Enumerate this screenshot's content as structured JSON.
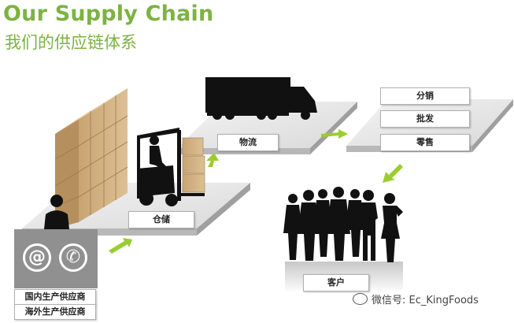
{
  "header": {
    "title": "Our Supply Chain",
    "subtitle": "我们的供应链体系"
  },
  "nodes": {
    "warehouse": "仓储",
    "logistics": "物流",
    "channels": [
      "分销",
      "批发",
      "零售"
    ],
    "customers": "客户"
  },
  "suppliers": [
    "国内生产供应商",
    "海外生产供应商"
  ],
  "contact_icons": [
    "email-icon",
    "phone-icon"
  ],
  "watermark": "微信号: Ec_KingFoods",
  "colors": {
    "title": "#7cb342",
    "arrow": "#9acd32",
    "platform_top": "#e8e8e8",
    "platform_side": "#b8b8b8",
    "contact_box": "#909090",
    "silhouette": "#111111"
  }
}
